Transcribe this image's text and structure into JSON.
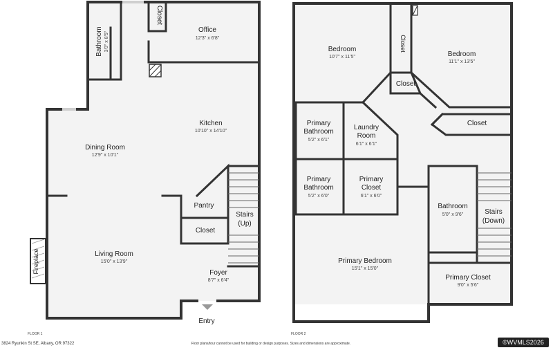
{
  "floor1": {
    "label": "FLOOR 1",
    "rooms": [
      {
        "id": "bathroom-1",
        "name": "Bathroom",
        "dim": "3'0\" x 8'5\""
      },
      {
        "id": "closet-top-1",
        "name": "Closet",
        "dim": ""
      },
      {
        "id": "office",
        "name": "Office",
        "dim": "12'3\" x 6'8\""
      },
      {
        "id": "kitchen",
        "name": "Kitchen",
        "dim": "10'10\" x 14'10\""
      },
      {
        "id": "dining-room",
        "name": "Dining Room",
        "dim": "12'9\" x 10'1\""
      },
      {
        "id": "pantry",
        "name": "Pantry",
        "dim": ""
      },
      {
        "id": "closet-1",
        "name": "Closet",
        "dim": ""
      },
      {
        "id": "stairs-up",
        "name": "Stairs",
        "name2": "(Up)",
        "dim": ""
      },
      {
        "id": "living-room",
        "name": "Living Room",
        "dim": "15'0\" x 13'9\""
      },
      {
        "id": "foyer",
        "name": "Foyer",
        "dim": "8'7\" x 6'4\""
      },
      {
        "id": "fireplace",
        "name": "Fireplace",
        "dim": ""
      },
      {
        "id": "entry",
        "name": "Entry",
        "dim": ""
      }
    ]
  },
  "floor2": {
    "label": "FLOOR 2",
    "rooms": [
      {
        "id": "bedroom-a",
        "name": "Bedroom",
        "dim": "10'7\" x 11'5\""
      },
      {
        "id": "closet-vert-2",
        "name": "Closet",
        "dim": ""
      },
      {
        "id": "bedroom-b",
        "name": "Bedroom",
        "dim": "11'1\" x 13'5\""
      },
      {
        "id": "closet-mid-2",
        "name": "Closet",
        "dim": ""
      },
      {
        "id": "closet-right-2",
        "name": "Closet",
        "dim": ""
      },
      {
        "id": "primary-bathroom-a",
        "name": "Primary",
        "name2": "Bathroom",
        "dim": "5'2\" x 6'1\""
      },
      {
        "id": "laundry-room",
        "name": "Laundry",
        "name2": "Room",
        "dim": "6'1\" x 6'1\""
      },
      {
        "id": "primary-bathroom-b",
        "name": "Primary",
        "name2": "Bathroom",
        "dim": "5'2\" x 6'0\""
      },
      {
        "id": "primary-closet-a",
        "name": "Primary",
        "name2": "Closet",
        "dim": "6'1\" x 6'0\""
      },
      {
        "id": "bathroom-2",
        "name": "Bathroom",
        "dim": "5'0\" x 9'6\""
      },
      {
        "id": "stairs-down",
        "name": "Stairs",
        "name2": "(Down)",
        "dim": ""
      },
      {
        "id": "primary-bedroom",
        "name": "Primary Bedroom",
        "dim": "15'1\" x 15'0\""
      },
      {
        "id": "primary-closet-b",
        "name": "Primary Closet",
        "dim": "9'0\" x 5'6\""
      }
    ]
  },
  "footer": {
    "address": "3824 Ryunkin St SE, Albany, OR 97322",
    "disclaimer": "Floor plans/tour cannot be used for building or design purposes. Sizes and dimensions are approximate.",
    "copyright": "©WVMLS2026"
  }
}
